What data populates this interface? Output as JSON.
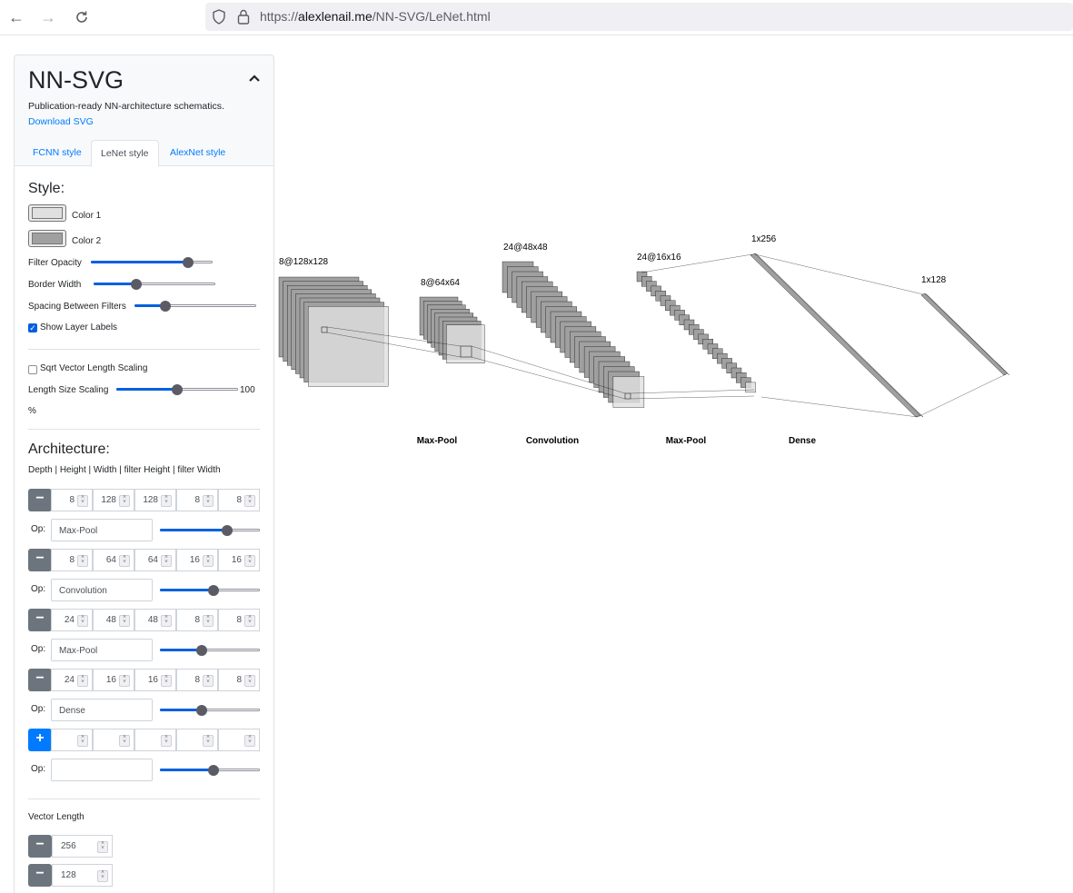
{
  "browser": {
    "url_prefix": "https://",
    "url_host": "alexlenail.me",
    "url_path": "/NN-SVG/LeNet.html"
  },
  "panel": {
    "title": "NN-SVG",
    "subtitle": "Publication-ready NN-architecture schematics.",
    "download_label": "Download SVG",
    "tabs": [
      {
        "label": "FCNN style",
        "active": false
      },
      {
        "label": "LeNet style",
        "active": true
      },
      {
        "label": "AlexNet style",
        "active": false
      }
    ],
    "style": {
      "heading": "Style:",
      "color1_label": "Color 1",
      "color1": "#e0e0e0",
      "color2_label": "Color 2",
      "color2": "#a0a0a0",
      "filter_opacity_label": "Filter Opacity",
      "filter_opacity": 0.8,
      "border_width_label": "Border Width",
      "border_width": 0.35,
      "spacing_label": "Spacing Between Filters",
      "spacing": 0.25,
      "show_layer_labels_label": "Show Layer Labels",
      "show_layer_labels": true,
      "sqrt_label": "Sqrt Vector Length Scaling",
      "sqrt": false,
      "length_scaling_label": "Length Size Scaling",
      "length_scaling_value": "100",
      "length_scaling_unit": "%",
      "length_scaling": 0.5
    },
    "architecture": {
      "heading": "Architecture:",
      "columns_label": "Depth | Height | Width | filter Height | filter Width",
      "op_label": "Op:",
      "layers": [
        {
          "button": "−",
          "values": [
            "8",
            "128",
            "128",
            "8",
            "8"
          ],
          "op": "Max-Pool",
          "slider": 0.67
        },
        {
          "button": "−",
          "values": [
            "8",
            "64",
            "64",
            "16",
            "16"
          ],
          "op": "Convolution",
          "slider": 0.54
        },
        {
          "button": "−",
          "values": [
            "24",
            "48",
            "48",
            "8",
            "8"
          ],
          "op": "Max-Pool",
          "slider": 0.42
        },
        {
          "button": "−",
          "values": [
            "24",
            "16",
            "16",
            "8",
            "8"
          ],
          "op": "Dense",
          "slider": 0.42
        },
        {
          "button": "+",
          "values": [
            "",
            "",
            "",
            "",
            ""
          ],
          "op": "",
          "slider": 0.54
        }
      ]
    },
    "vector": {
      "heading": "Vector Length",
      "values": [
        "256",
        "128"
      ]
    }
  },
  "diagram": {
    "layer_labels": [
      "8@128x128",
      "8@64x64",
      "24@48x48",
      "24@16x16",
      "1x256",
      "1x128"
    ],
    "op_labels": [
      "Max-Pool",
      "Convolution",
      "Max-Pool",
      "Dense"
    ]
  }
}
